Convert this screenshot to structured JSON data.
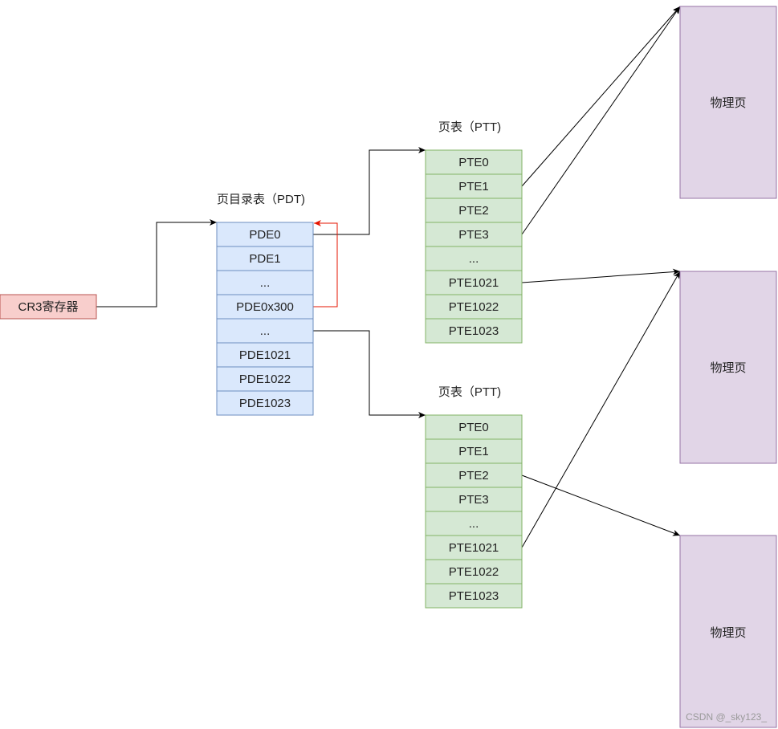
{
  "colors": {
    "pdt_fill": "#dae8fc",
    "pdt_stroke": "#6c8ebf",
    "ptt_fill": "#d5e8d4",
    "ptt_stroke": "#82b366",
    "cr3_fill": "#f8cecc",
    "cr3_stroke": "#b85450",
    "page_fill": "#e1d5e7",
    "page_stroke": "#9673a6",
    "arrow": "#000000",
    "self_ref_arrow": "#e51400"
  },
  "cr3": {
    "label": "CR3寄存器"
  },
  "pdt": {
    "title": "页目录表（PDT)",
    "entries": [
      "PDE0",
      "PDE1",
      "...",
      "PDE0x300",
      "...",
      "PDE1021",
      "PDE1022",
      "PDE1023"
    ]
  },
  "ptt_tables": [
    {
      "title": "页表（PTT)",
      "entries": [
        "PTE0",
        "PTE1",
        "PTE2",
        "PTE3",
        "...",
        "PTE1021",
        "PTE1022",
        "PTE1023"
      ]
    },
    {
      "title": "页表（PTT)",
      "entries": [
        "PTE0",
        "PTE1",
        "PTE2",
        "PTE3",
        "...",
        "PTE1021",
        "PTE1022",
        "PTE1023"
      ]
    }
  ],
  "physical_pages": [
    {
      "label": "物理页"
    },
    {
      "label": "物理页"
    },
    {
      "label": "物理页"
    }
  ],
  "watermark": "CSDN @_sky123_"
}
